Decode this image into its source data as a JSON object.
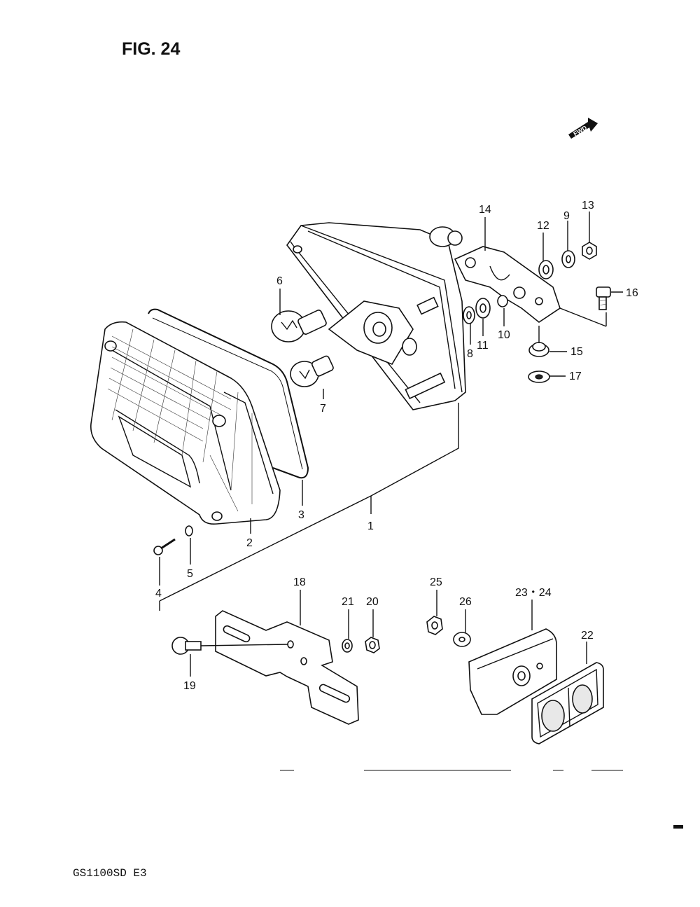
{
  "figure": {
    "title": "FIG. 24",
    "fwd_badge": "FWD"
  },
  "footer": {
    "model_code": "GS1100SD  E3"
  },
  "callouts": [
    {
      "id": "1",
      "text": "1"
    },
    {
      "id": "2",
      "text": "2"
    },
    {
      "id": "3",
      "text": "3"
    },
    {
      "id": "4",
      "text": "4"
    },
    {
      "id": "5",
      "text": "5"
    },
    {
      "id": "6",
      "text": "6"
    },
    {
      "id": "7",
      "text": "7"
    },
    {
      "id": "8",
      "text": "8"
    },
    {
      "id": "9",
      "text": "9"
    },
    {
      "id": "10",
      "text": "10"
    },
    {
      "id": "11",
      "text": "11"
    },
    {
      "id": "12",
      "text": "12"
    },
    {
      "id": "13",
      "text": "13"
    },
    {
      "id": "14",
      "text": "14"
    },
    {
      "id": "15",
      "text": "15"
    },
    {
      "id": "16",
      "text": "16"
    },
    {
      "id": "17",
      "text": "17"
    },
    {
      "id": "18",
      "text": "18"
    },
    {
      "id": "19",
      "text": "19"
    },
    {
      "id": "20",
      "text": "20"
    },
    {
      "id": "21",
      "text": "21"
    },
    {
      "id": "22",
      "text": "22"
    },
    {
      "id": "23-24",
      "text": "23・24"
    },
    {
      "id": "25",
      "text": "25"
    },
    {
      "id": "26",
      "text": "26"
    }
  ]
}
